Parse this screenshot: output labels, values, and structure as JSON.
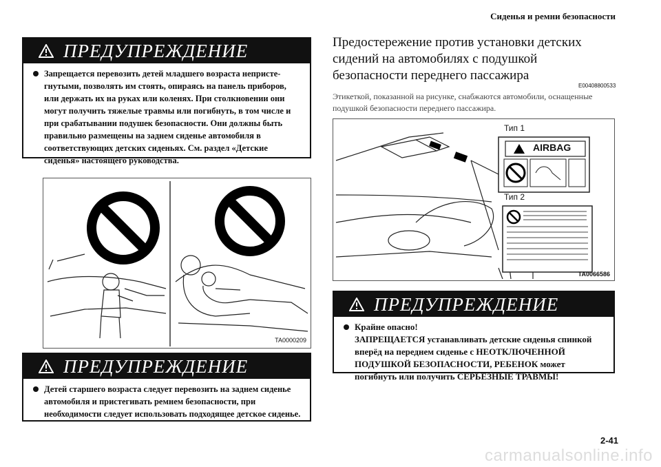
{
  "header": {
    "section_title": "Сиденья и ремни безопасности"
  },
  "warning_top": {
    "title": "ПРЕДУПРЕЖДЕНИЕ",
    "text": "Запрещается перевозить детей младшего возраста непристе­гнутыми, позволять им стоять, опираясь на панель приборов, или держать их на руках или коленях. При столкновении они могут получить тяжелые травмы или погибнуть, в том числе и при срабатывании подушек безопасности. Они должны быть правильно размещены на заднем сиденье автомобиля в соответствующих детских сиденьях. См. раздел «Детские сиденья» настоящего руководства."
  },
  "figure_left": {
    "code": "TA0000209"
  },
  "warning_bottom": {
    "title": "ПРЕДУПРЕЖДЕНИЕ",
    "text": "Детей старшего возраста следует перевозить на заднем сиденье автомобиля и пристегивать ремнем безопасности, при необходимости следует использовать подходящее детское сиденье."
  },
  "section": {
    "title": "Предостережение против установки детских сидений на автомобилях с подушкой безопасности переднего пассажира",
    "code": "E00408800533",
    "text": "Этикеткой, показанной на рисунке, снабжаются автомобили, оснащенные подушкой безопасности переднего пассажира."
  },
  "figure_right": {
    "type1_label": "Тип 1",
    "type2_label": "Тип 2",
    "airbag_label": "AIRBAG",
    "code": "TA0066586"
  },
  "warning_right": {
    "title": "ПРЕДУПРЕЖДЕНИЕ",
    "line1": "Крайне опасно!",
    "line2": "ЗАПРЕЩАЕТСЯ устанавливать детские сиденья спинкой вперёд на переднем сиденье с НЕОТКЛЮЧЕННОЙ ПОДУШКОЙ БЕЗОПАСНОСТИ, РЕБЕНОК может погибнуть или получить СЕРЬЕЗНЫЕ ТРАВМЫ!"
  },
  "page_number": "2-41",
  "watermark": "carmanualsonline.info"
}
